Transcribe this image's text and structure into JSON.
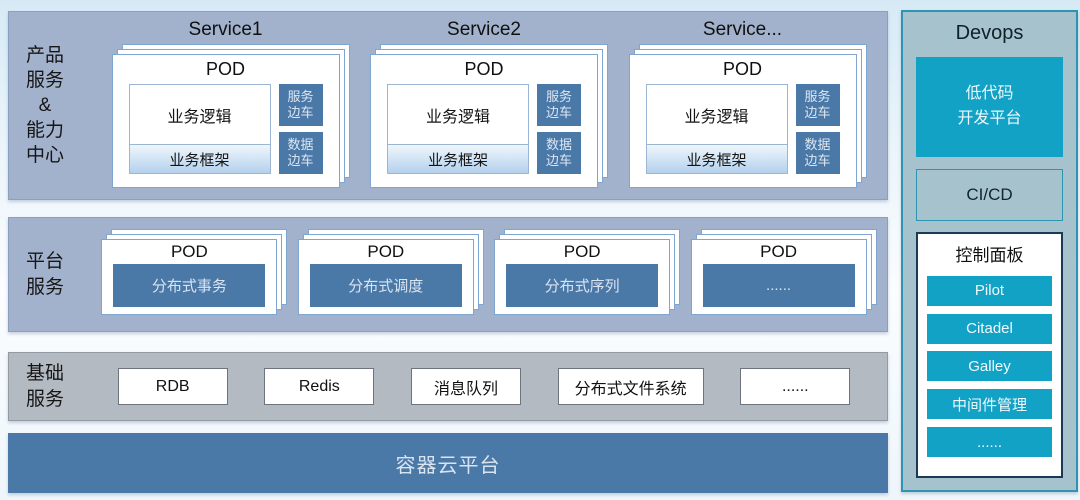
{
  "colors": {
    "accent_cyan": "#12a2c6",
    "steel_blue": "#4a79a8",
    "band_blue_gray": "#a3b2cc",
    "band_gray": "#b4bac2",
    "devops_panel_bg": "#a6c2cc",
    "devops_border_teal": "#2d95b1",
    "control_border_navy": "#1b3a57"
  },
  "product_band": {
    "label": "产品\n服务\n&\n能力\n中心",
    "services": [
      {
        "title": "Service1",
        "pod_title": "POD",
        "logic": "业务逻辑",
        "framework": "业务框架",
        "sidecar_top": "服务\n边车",
        "sidecar_bottom": "数据\n边车"
      },
      {
        "title": "Service2",
        "pod_title": "POD",
        "logic": "业务逻辑",
        "framework": "业务框架",
        "sidecar_top": "服务\n边车",
        "sidecar_bottom": "数据\n边车"
      },
      {
        "title": "Service...",
        "pod_title": "POD",
        "logic": "业务逻辑",
        "framework": "业务框架",
        "sidecar_top": "服务\n边车",
        "sidecar_bottom": "数据\n边车"
      }
    ]
  },
  "platform_band": {
    "label": "平台\n服务",
    "pods": [
      {
        "pod_title": "POD",
        "value": "分布式事务"
      },
      {
        "pod_title": "POD",
        "value": "分布式调度"
      },
      {
        "pod_title": "POD",
        "value": "分布式序列"
      },
      {
        "pod_title": "POD",
        "value": "......"
      }
    ]
  },
  "basic_band": {
    "label": "基础\n服务",
    "items": [
      "RDB",
      "Redis",
      "消息队列",
      "分布式文件系统",
      "......"
    ]
  },
  "container_bar": {
    "label": "容器云平台"
  },
  "devops": {
    "title": "Devops",
    "lowcode_label": "低代码\n开发平台",
    "cicd_label": "CI/CD",
    "control_panel": {
      "title": "控制面板",
      "buttons": [
        "Pilot",
        "Citadel",
        "Galley",
        "中间件管理",
        "......"
      ]
    }
  }
}
